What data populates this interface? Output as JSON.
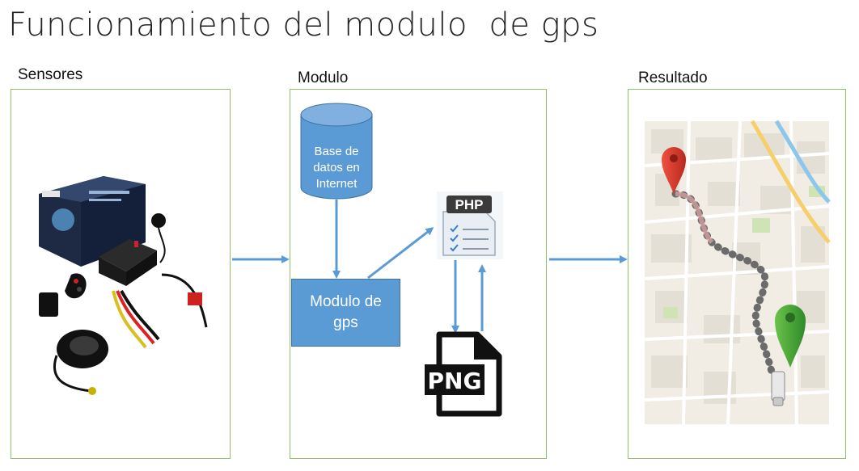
{
  "title": "Funcionamiento del modulo  de gps",
  "columns": {
    "sensores": "Sensores",
    "modulo": "Modulo",
    "resultado": "Resultado"
  },
  "database": {
    "line1": "Base de",
    "line2": "datos en",
    "line3": "Internet"
  },
  "gps_module": {
    "line1": "Modulo de",
    "line2": "gps"
  },
  "php_icon_text": "PHP",
  "png_icon_text": "PNG",
  "colors": {
    "panel_border": "#8fc26a",
    "shape_fill": "#5b9bd5",
    "arrow": "#5b9bd5",
    "pin_red": "#e23b2e",
    "pin_green": "#4caf50"
  }
}
